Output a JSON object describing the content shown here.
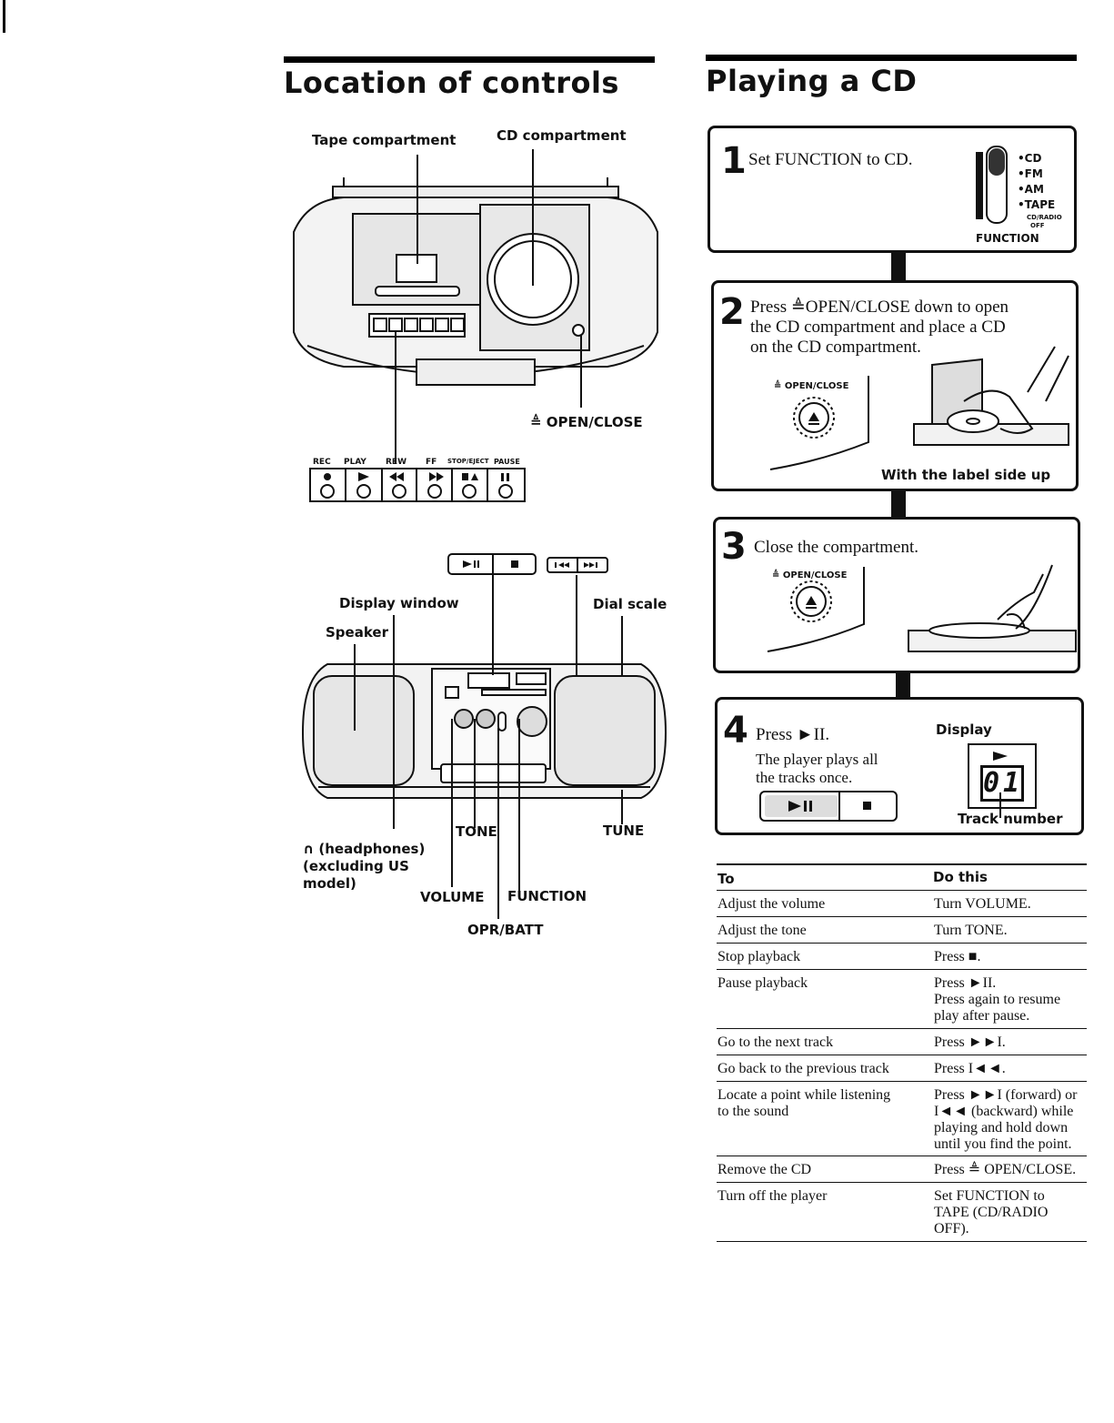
{
  "left": {
    "title": "Location of controls",
    "labels": {
      "tape_compartment": "Tape compartment",
      "cd_compartment": "CD compartment",
      "open_close": "≜ OPEN/CLOSE",
      "display_window": "Display window",
      "dial_scale": "Dial scale",
      "speaker": "Speaker",
      "tone": "TONE",
      "tune": "TUNE",
      "headphones_1": "∩ (headphones)",
      "headphones_2": "(excluding US",
      "headphones_3": "model)",
      "volume": "VOLUME",
      "function": "FUNCTION",
      "opr_batt": "OPR/BATT"
    },
    "tape_buttons": [
      "REC",
      "PLAY",
      "REW",
      "FF",
      "STOP/EJECT",
      "PAUSE"
    ]
  },
  "right": {
    "title": "Playing a CD",
    "steps": [
      {
        "num": "1",
        "text": "Set FUNCTION to CD.",
        "switch_positions": [
          "•CD",
          "•FM",
          "•AM",
          "•TAPE",
          "CD/RADIO",
          "OFF"
        ],
        "switch_label": "FUNCTION"
      },
      {
        "num": "2",
        "line1": "Press ≜OPEN/CLOSE down to open",
        "line2": "the CD compartment and place a CD",
        "line3": "on the CD compartment.",
        "button_label": "≜ OPEN/CLOSE",
        "caption": "With the label side up"
      },
      {
        "num": "3",
        "text": "Close the compartment.",
        "button_label": "≜ OPEN/CLOSE"
      },
      {
        "num": "4",
        "text": "Press ►II.",
        "sub1": "The player plays all",
        "sub2": "the tracks once.",
        "display_label": "Display",
        "display_value": "01",
        "track_label": "Track number"
      }
    ],
    "table": {
      "headers": [
        "To",
        "Do this"
      ],
      "rows": [
        {
          "to": [
            "Adjust the volume"
          ],
          "do": [
            "Turn VOLUME."
          ]
        },
        {
          "to": [
            "Adjust the tone"
          ],
          "do": [
            "Turn TONE."
          ]
        },
        {
          "to": [
            "Stop playback"
          ],
          "do": [
            "Press ■."
          ]
        },
        {
          "to": [
            "Pause playback"
          ],
          "do": [
            "Press ►II.",
            "Press again to resume",
            "play after pause."
          ]
        },
        {
          "to": [
            "Go to the next track"
          ],
          "do": [
            "Press ►►I."
          ]
        },
        {
          "to": [
            "Go back to the previous track"
          ],
          "do": [
            "Press I◄◄."
          ]
        },
        {
          "to": [
            "Locate a point while listening",
            "to the sound"
          ],
          "do": [
            "Press ►►I (forward) or",
            "I◄◄ (backward) while",
            "playing and hold down",
            "until you find the point."
          ]
        },
        {
          "to": [
            "Remove the CD"
          ],
          "do": [
            "Press ≜ OPEN/CLOSE."
          ]
        },
        {
          "to": [
            "Turn off the player"
          ],
          "do": [
            "Set FUNCTION to",
            "TAPE (CD/RADIO",
            "OFF)."
          ]
        }
      ]
    }
  }
}
